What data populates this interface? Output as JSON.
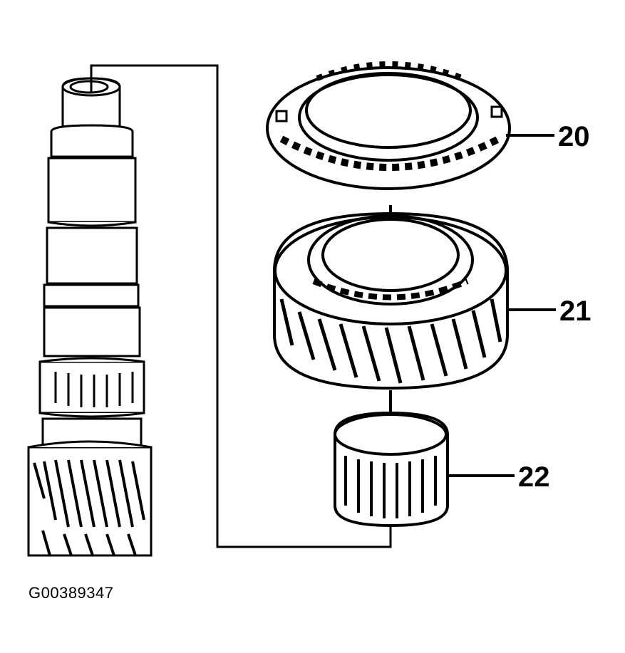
{
  "diagram": {
    "figure_id": "G00389347",
    "callouts": [
      {
        "id": "synchronizer-ring",
        "label": "20"
      },
      {
        "id": "gear",
        "label": "21"
      },
      {
        "id": "needle-bearing",
        "label": "22"
      }
    ],
    "colors": {
      "line": "#000000",
      "background": "#ffffff"
    }
  }
}
